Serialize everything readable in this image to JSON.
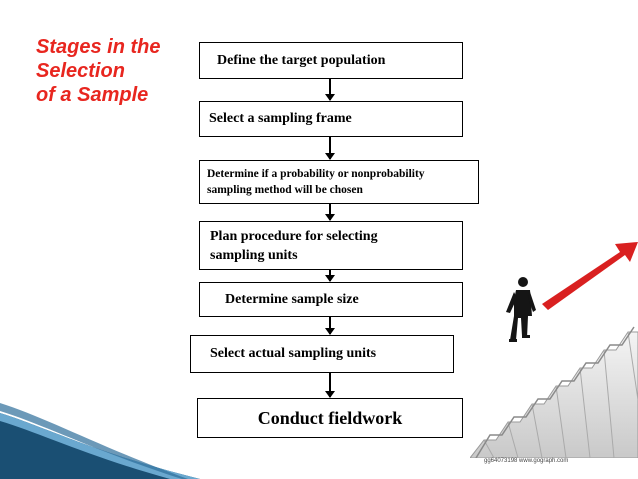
{
  "title": {
    "line1": "Stages in the",
    "line2": "Selection",
    "line3": "of a Sample"
  },
  "steps": [
    "Define the target population",
    "Select a sampling frame",
    "Determine if a probability or nonprobability\nsampling method will be chosen",
    "Plan procedure for selecting\n sampling units",
    "Determine sample size",
    "Select actual sampling units",
    "Conduct fieldwork"
  ],
  "image_credit": "gg64073198 www.gograph.com",
  "colors": {
    "title": "#e8261f",
    "deco_dark": "#1a4f73",
    "deco_light": "#6aa8cf",
    "arrow_red": "#d92020"
  }
}
